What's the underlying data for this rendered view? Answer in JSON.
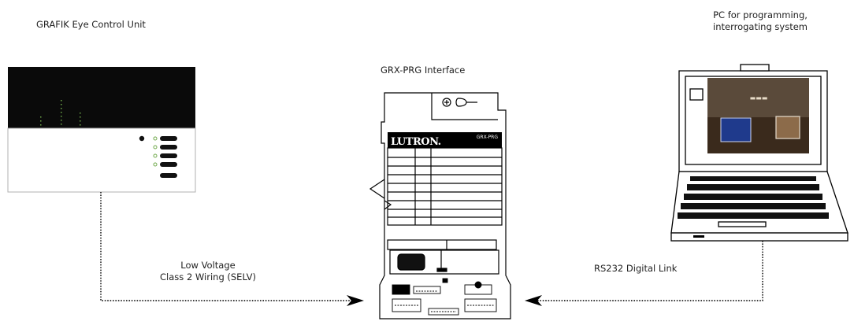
{
  "labels": {
    "control_unit": "GRAFIK Eye Control Unit",
    "interface": "GRX-PRG Interface",
    "pc_line1": "PC for programming,",
    "pc_line2": "interrogating system",
    "low_voltage_line1": "Low Voltage",
    "low_voltage_line2": "Class 2 Wiring (SELV)",
    "rs232": "RS232 Digital Link"
  },
  "device": {
    "brand": "LUTRON.",
    "model": "GRX-PRG"
  },
  "colors": {
    "display": "#0a0a0a",
    "led_green": "#6fa84a",
    "line": "#000000"
  }
}
